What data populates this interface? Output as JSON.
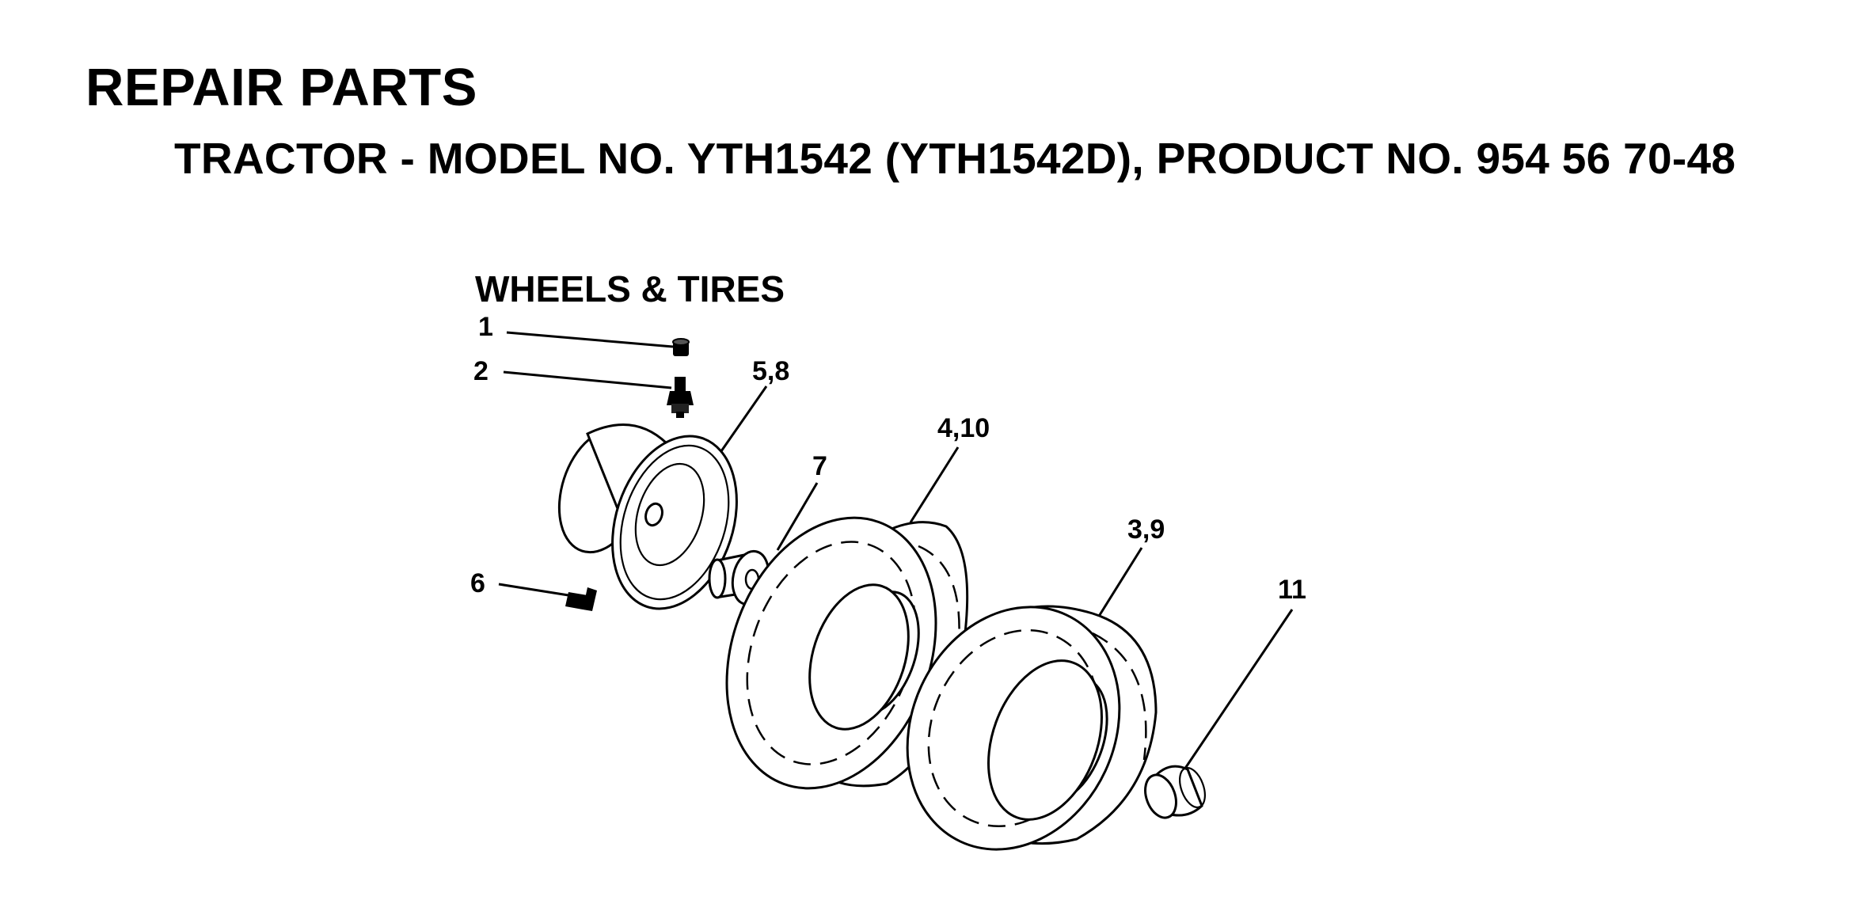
{
  "header": {
    "title": "REPAIR PARTS",
    "subtitle": "TRACTOR - MODEL NO. YTH1542 (YTH1542D), PRODUCT NO. 954 56 70-48"
  },
  "section": {
    "title": "WHEELS & TIRES"
  },
  "callouts": [
    "1",
    "2",
    "5,8",
    "4,10",
    "7",
    "3,9",
    "6",
    "11"
  ]
}
